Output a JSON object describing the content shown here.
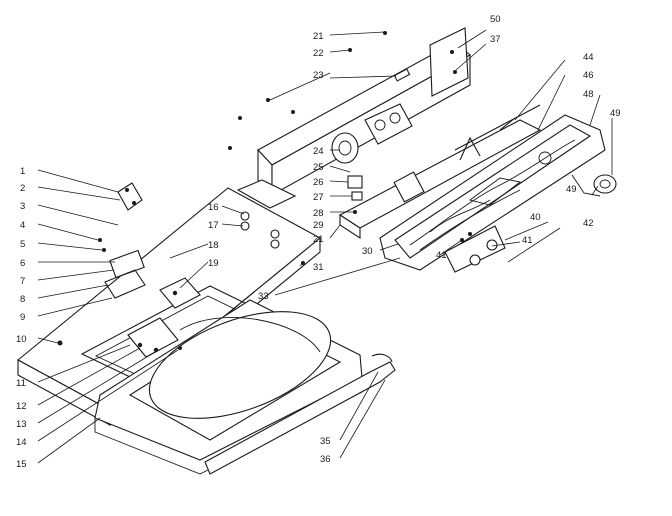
{
  "callouts": [
    {
      "key": "1",
      "text": "1"
    },
    {
      "key": "2",
      "text": "2"
    },
    {
      "key": "3",
      "text": "3"
    },
    {
      "key": "4",
      "text": "4"
    },
    {
      "key": "5",
      "text": "5"
    },
    {
      "key": "6",
      "text": "6"
    },
    {
      "key": "7",
      "text": "7"
    },
    {
      "key": "8",
      "text": "8"
    },
    {
      "key": "9",
      "text": "9"
    },
    {
      "key": "10",
      "text": "10"
    },
    {
      "key": "11",
      "text": "11"
    },
    {
      "key": "12",
      "text": "12"
    },
    {
      "key": "13",
      "text": "13"
    },
    {
      "key": "14",
      "text": "14"
    },
    {
      "key": "15",
      "text": "15"
    },
    {
      "key": "16",
      "text": "16"
    },
    {
      "key": "17",
      "text": "17"
    },
    {
      "key": "18",
      "text": "18"
    },
    {
      "key": "19",
      "text": "19"
    },
    {
      "key": "21a",
      "text": "21"
    },
    {
      "key": "21b",
      "text": "21"
    },
    {
      "key": "22",
      "text": "22"
    },
    {
      "key": "23",
      "text": "23"
    },
    {
      "key": "24",
      "text": "24"
    },
    {
      "key": "25",
      "text": "25"
    },
    {
      "key": "26",
      "text": "26"
    },
    {
      "key": "27",
      "text": "27"
    },
    {
      "key": "28",
      "text": "28"
    },
    {
      "key": "29",
      "text": "29"
    },
    {
      "key": "30",
      "text": "30"
    },
    {
      "key": "31",
      "text": "31"
    },
    {
      "key": "33",
      "text": "33"
    },
    {
      "key": "35",
      "text": "35"
    },
    {
      "key": "36",
      "text": "36"
    },
    {
      "key": "37",
      "text": "37"
    },
    {
      "key": "40",
      "text": "40"
    },
    {
      "key": "41a",
      "text": "41"
    },
    {
      "key": "41b",
      "text": "41"
    },
    {
      "key": "42",
      "text": "42"
    },
    {
      "key": "43",
      "text": "43"
    },
    {
      "key": "44",
      "text": "44"
    },
    {
      "key": "46",
      "text": "46"
    },
    {
      "key": "48",
      "text": "48"
    },
    {
      "key": "49",
      "text": "49"
    },
    {
      "key": "50",
      "text": "50"
    }
  ]
}
